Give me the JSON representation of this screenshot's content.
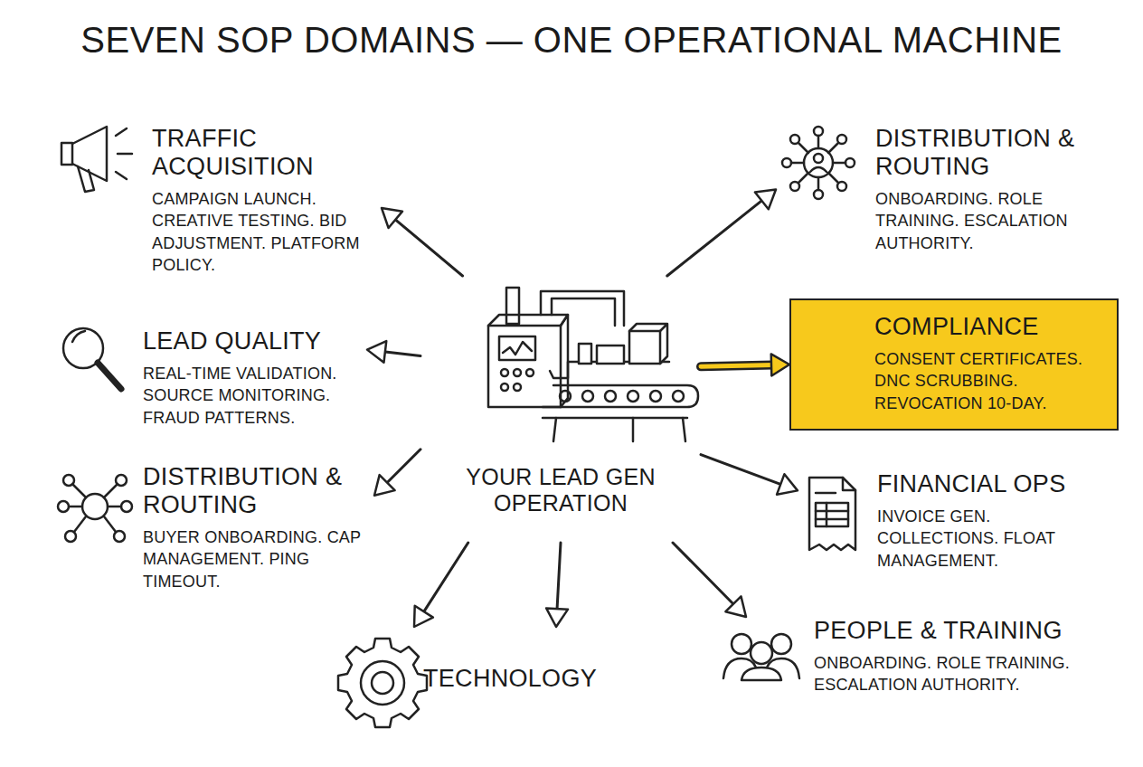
{
  "diagram": {
    "title": "SEVEN SOP DOMAINS — ONE OPERATIONAL MACHINE",
    "nodes": [
      {
        "text": [
          "YOUR LEAD GEN OPERATION"
        ]
      },
      {
        "text": [
          "TRAFFIC ACQUISITION",
          "CAMPAIGN LAUNCH. CREATIVE TESTING. BID ADJUSTMENT. PLATFORM POLICY."
        ]
      },
      {
        "text": [
          "DISTRIBUTION & ROUTING",
          "ONBOARDING. ROLE TRAINING. ESCALATION AUTHORITY."
        ]
      },
      {
        "text": [
          "LEAD QUALITY",
          "REAL-TIME VALIDATION. SOURCE MONITORING. FRAUD PATTERNS."
        ]
      },
      {
        "text": [
          "COMPLIANCE",
          "CONSENT CERTIFICATES. DNC SCRUBBING. REVOCATION 10-DAY."
        ]
      },
      {
        "text": [
          "DISTRIBUTION & ROUTING",
          "BUYER ONBOARDING. CAP MANAGEMENT. PING TIMEOUT."
        ]
      },
      {
        "text": [
          "FINANCIAL OPS",
          "INVOICE GEN. COLLECTIONS. FLOAT MANAGEMENT."
        ]
      },
      {
        "text": [
          "TECHNOLOGY"
        ]
      },
      {
        "text": [
          "PEOPLE & TRAINING",
          "ONBOARDING. ROLE TRAINING. ESCALATION AUTHORITY."
        ]
      }
    ],
    "edges": [
      {
        "from": 0,
        "to": 1,
        "arrow": "to"
      },
      {
        "from": 0,
        "to": 2,
        "arrow": "to"
      },
      {
        "from": 0,
        "to": 3,
        "arrow": "to"
      },
      {
        "from": 0,
        "to": 4,
        "arrow": "to"
      },
      {
        "from": 0,
        "to": 5,
        "arrow": "to"
      },
      {
        "from": 0,
        "to": 6,
        "arrow": "to"
      },
      {
        "from": 0,
        "to": 7,
        "arrow": "to"
      },
      {
        "from": 0,
        "to": 7,
        "arrow": "to"
      },
      {
        "from": 0,
        "to": 8,
        "arrow": "to"
      }
    ]
  }
}
